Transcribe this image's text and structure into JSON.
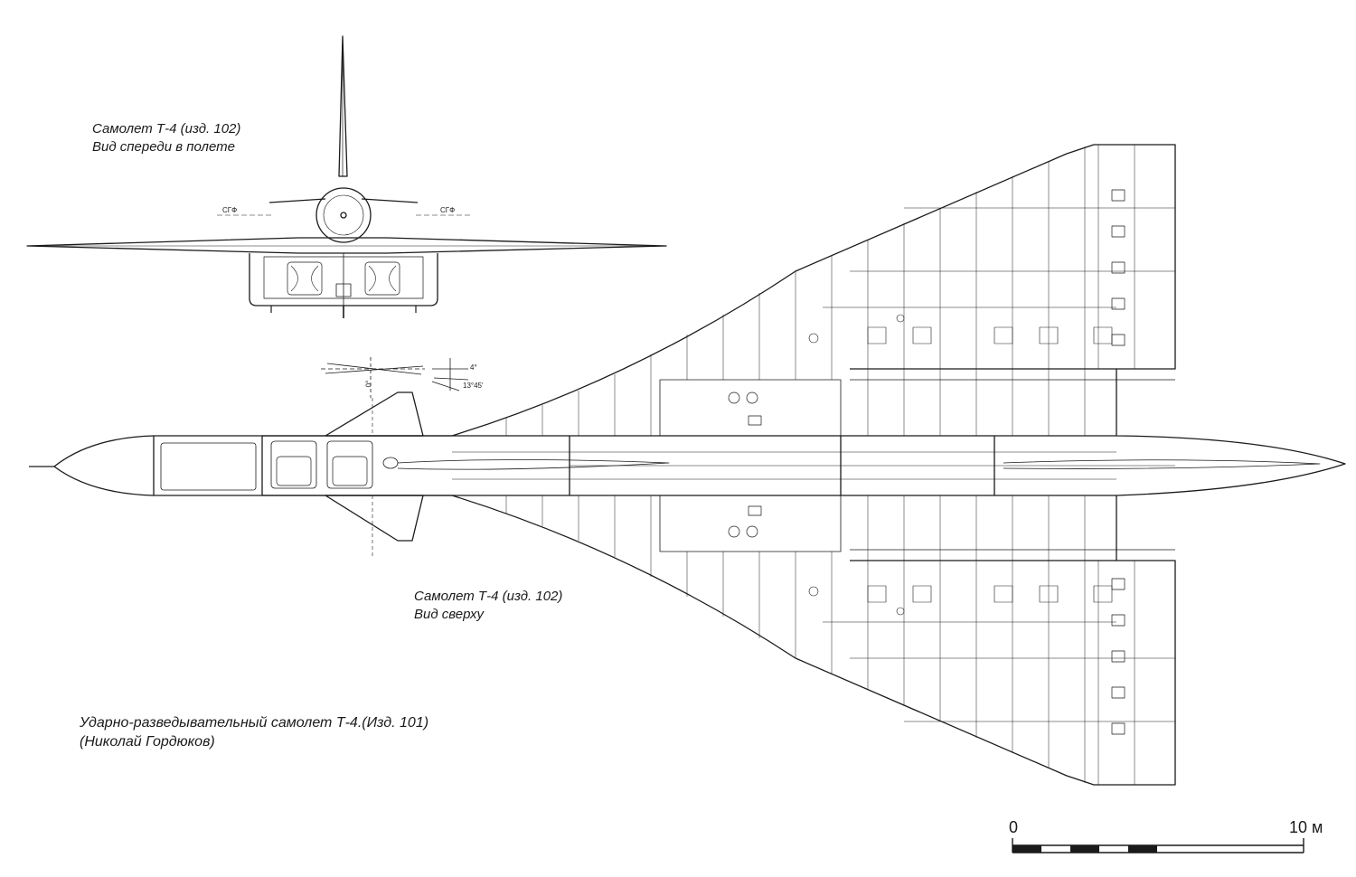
{
  "captions": {
    "front_title": "Самолет Т-4 (изд. 102)",
    "front_subtitle": "Вид спереди в полете",
    "top_title": "Самолет Т-4 (изд. 102)",
    "top_subtitle": "Вид сверху",
    "main_title": "Ударно-разведывательный самолет Т-4.(Изд. 101)",
    "author": "(Николай Гордюков)"
  },
  "annotations": {
    "sgf_left": "СГФ",
    "sgf_right": "СГФ",
    "angle_upper": "4°",
    "angle_lower": "13°45'",
    "angle_vertical": "0°"
  },
  "scale": {
    "start": "0",
    "end": "10 м"
  },
  "colors": {
    "line": "#1a1a1a",
    "background": "#ffffff"
  }
}
